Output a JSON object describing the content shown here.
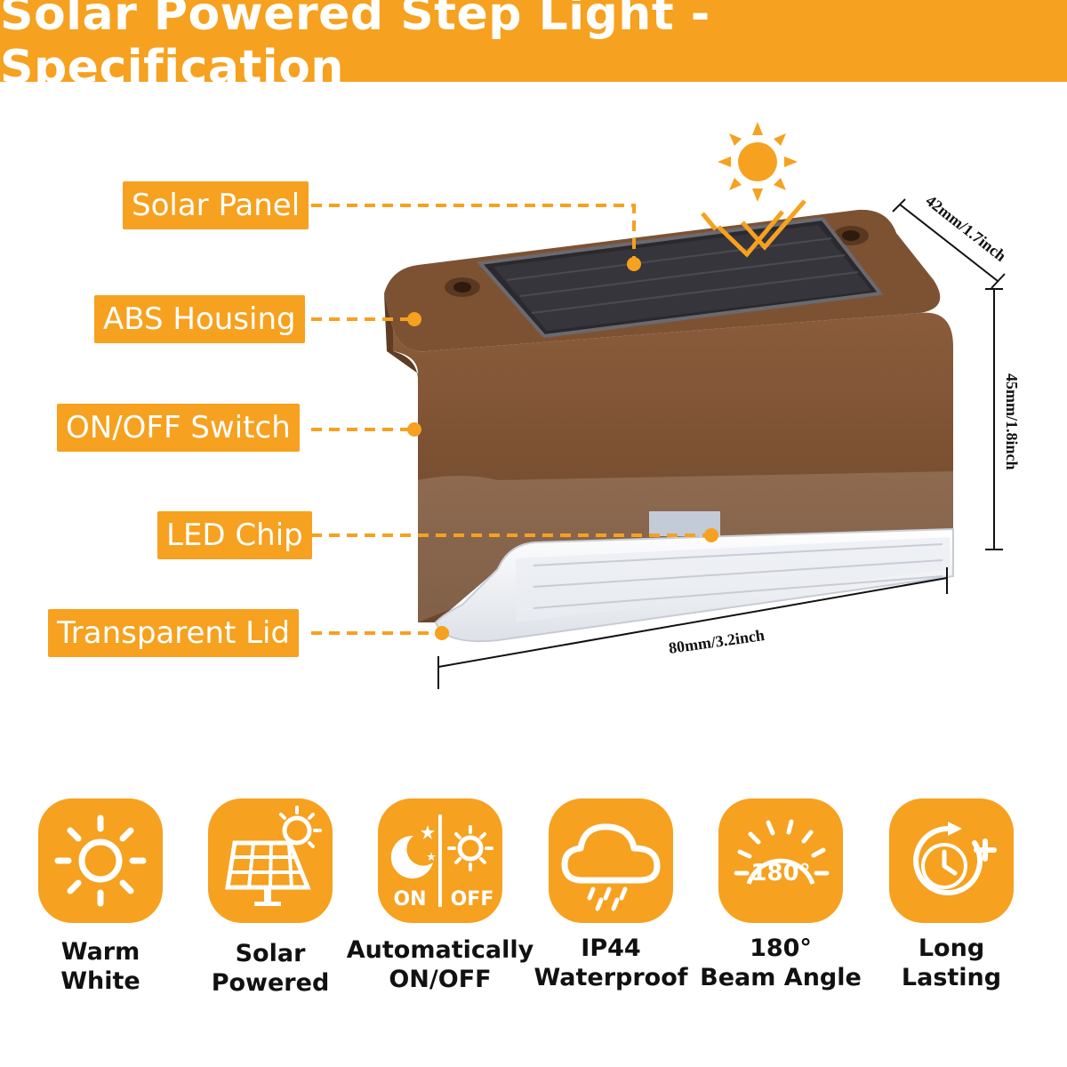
{
  "title": "Solar Powered Step Light - Specification",
  "accent_color": "#f6a11f",
  "housing_color": "#7a5134",
  "callouts": {
    "solar_panel": "Solar Panel",
    "abs_housing": "ABS Housing",
    "switch": "ON/OFF Switch",
    "led_chip": "LED Chip",
    "lid": "Transparent Lid"
  },
  "dimensions": {
    "depth": "42mm/1.7inch",
    "height": "45mm/1.8inch",
    "width": "80mm/3.2inch"
  },
  "features": [
    {
      "icon": "sun-icon",
      "line1": "Warm",
      "line2": "White"
    },
    {
      "icon": "solar-panel-icon",
      "line1": "Solar",
      "line2": "Powered"
    },
    {
      "icon": "day-night-icon",
      "line1": "Automatically",
      "line2": "ON/OFF",
      "on": "ON",
      "off": "OFF"
    },
    {
      "icon": "cloud-rain-icon",
      "line1": "IP44",
      "line2": "Waterproof"
    },
    {
      "icon": "beam-angle-icon",
      "line1": "180°",
      "line2": "Beam Angle",
      "badge": "180°"
    },
    {
      "icon": "clock-plus-icon",
      "line1": "Long",
      "line2": "Lasting"
    }
  ]
}
